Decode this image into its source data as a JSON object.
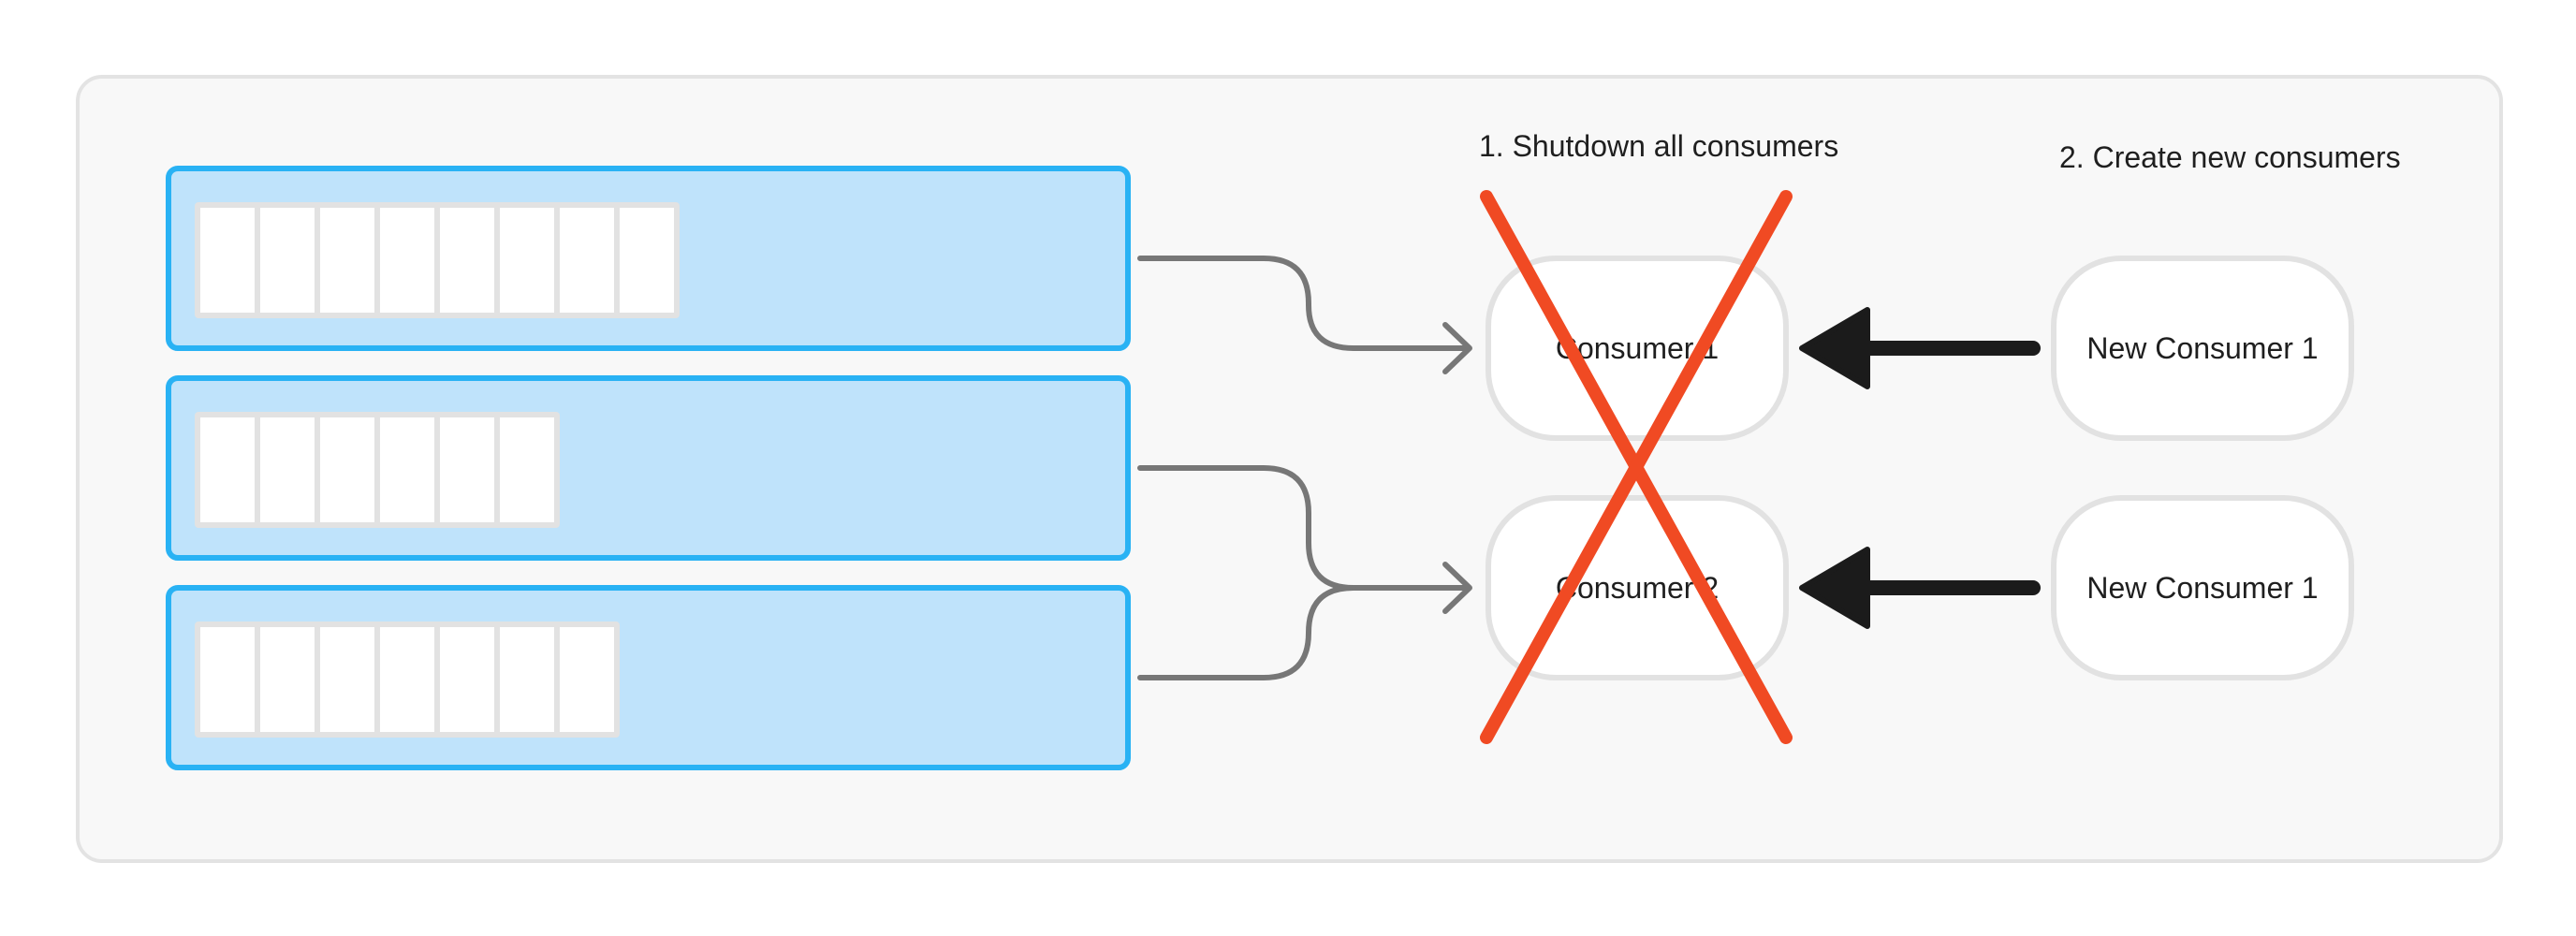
{
  "diagram": {
    "colors": {
      "panel_bg": "#f8f8f8",
      "panel_border": "#e3e3e3",
      "partition_fill": "#bfe3fb",
      "partition_border": "#29b2f4",
      "message_fill": "#ffffff",
      "message_border": "#e2e2e2",
      "connector": "#777777",
      "consumer_border": "#e2e2e2",
      "cross": "#f04a23",
      "arrow": "#1b1b1b"
    },
    "partitions": [
      {
        "messages": 8
      },
      {
        "messages": 6
      },
      {
        "messages": 7
      }
    ],
    "steps": {
      "shutdown": "1. Shutdown all consumers",
      "create": "2. Create new consumers"
    },
    "old_consumers": [
      {
        "label": "Consumer 1"
      },
      {
        "label": "Consumer 2"
      }
    ],
    "new_consumers": [
      {
        "label": "New Consumer 1"
      },
      {
        "label": "New Consumer 1"
      }
    ]
  }
}
